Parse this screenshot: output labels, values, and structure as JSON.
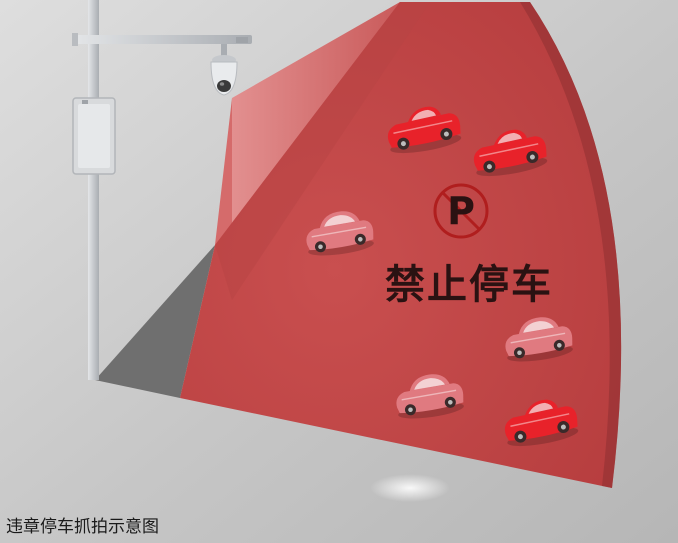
{
  "sign": {
    "label": "禁止停车",
    "symbol_letter": "P"
  },
  "caption": "违章停车抓拍示意图",
  "colors": {
    "zone": "#c24747",
    "zone_dark": "#8e2f31",
    "red_car": "#e8222a",
    "pink_car": "#e07a80",
    "pole": "#c9ccd0",
    "ground_shadow": "#6f6f6f"
  },
  "icons": {
    "camera": "dome-camera-icon",
    "sign": "no-parking-icon",
    "car": "car-icon"
  }
}
